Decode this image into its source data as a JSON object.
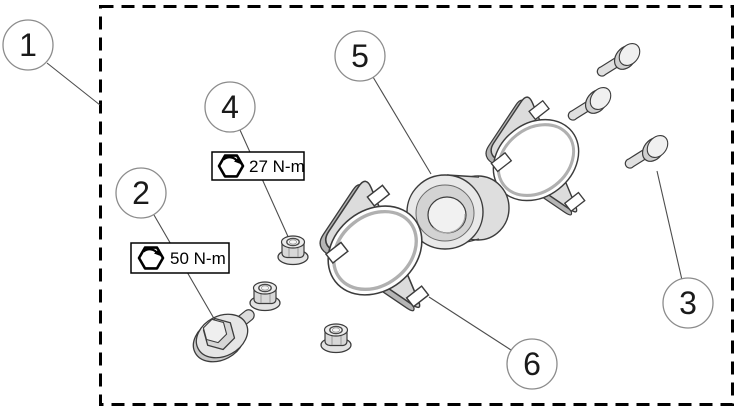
{
  "diagram": {
    "kind": "exploded-parts-diagram",
    "callouts": [
      {
        "number": "1"
      },
      {
        "number": "2"
      },
      {
        "number": "3"
      },
      {
        "number": "4"
      },
      {
        "number": "5"
      },
      {
        "number": "6"
      }
    ],
    "torque_labels": [
      {
        "text": "27 N-m",
        "icon": "torque-hex-icon"
      },
      {
        "text": "50 N-m",
        "icon": "torque-hex-icon"
      }
    ],
    "colors": {
      "background": "#ffffff",
      "boundary": "#000000",
      "leader_line": "#4d4d4d",
      "part_fill": "#dcdcdc",
      "part_outline": "#3c3c3c",
      "callout_stroke": "#8c8c8c",
      "text": "#1a1a1a"
    }
  }
}
